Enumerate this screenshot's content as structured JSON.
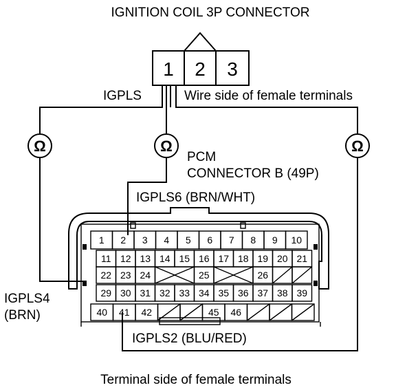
{
  "title": "IGNITION COIL 3P CONNECTOR",
  "coil_connector": {
    "terminals": [
      "1",
      "2",
      "3"
    ],
    "wire_side_label": "Wire side of female terminals"
  },
  "labels": {
    "igpls": "IGPLS",
    "pcm_line1": "PCM",
    "pcm_line2": "CONNECTOR B (49P)",
    "igpls6": "IGPLS6 (BRN/WHT)",
    "igpls4_line1": "IGPLS4",
    "igpls4_line2": "(BRN)",
    "igpls2": "IGPLS2 (BLU/RED)",
    "terminal_side": "Terminal side of female terminals"
  },
  "meter_symbol": "Ω",
  "pcm_connector": {
    "row1": [
      "1",
      "2",
      "3",
      "4",
      "5",
      "6",
      "7",
      "8",
      "9",
      "10"
    ],
    "row2": [
      "11",
      "12",
      "13",
      "14",
      "15",
      "16",
      "17",
      "18",
      "19",
      "20",
      "21"
    ],
    "row3": [
      "22",
      "23",
      "24",
      "",
      "25",
      "",
      "26",
      "",
      ""
    ],
    "row4": [
      "29",
      "30",
      "31",
      "32",
      "33",
      "34",
      "35",
      "36",
      "37",
      "38",
      "39"
    ],
    "row5": [
      "40",
      "41",
      "42",
      "",
      "",
      "45",
      "46",
      "",
      "",
      ""
    ]
  }
}
